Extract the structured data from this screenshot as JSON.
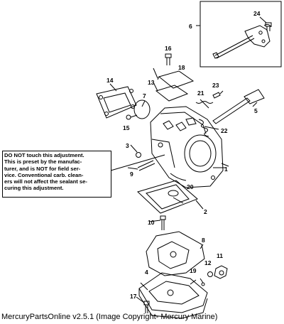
{
  "diagram": {
    "callouts": [
      "1",
      "2",
      "3",
      "4",
      "5",
      "6",
      "7",
      "8",
      "9",
      "10",
      "11",
      "12",
      "13",
      "14",
      "15",
      "16",
      "17",
      "18",
      "19",
      "20",
      "21",
      "22",
      "23",
      "24"
    ],
    "note_lines": [
      "DO NOT touch this adjustment.",
      "This is preset by the manufac-",
      "turer, and is NOT for field ser-",
      "vice.  Conventional carb. clean-",
      "ers will not affect the sealant se-",
      "curing this adjustment."
    ]
  },
  "footer": {
    "caption": "MercuryPartsOnline v2.5.1 (Image Copyright- Mercury Marine)"
  }
}
